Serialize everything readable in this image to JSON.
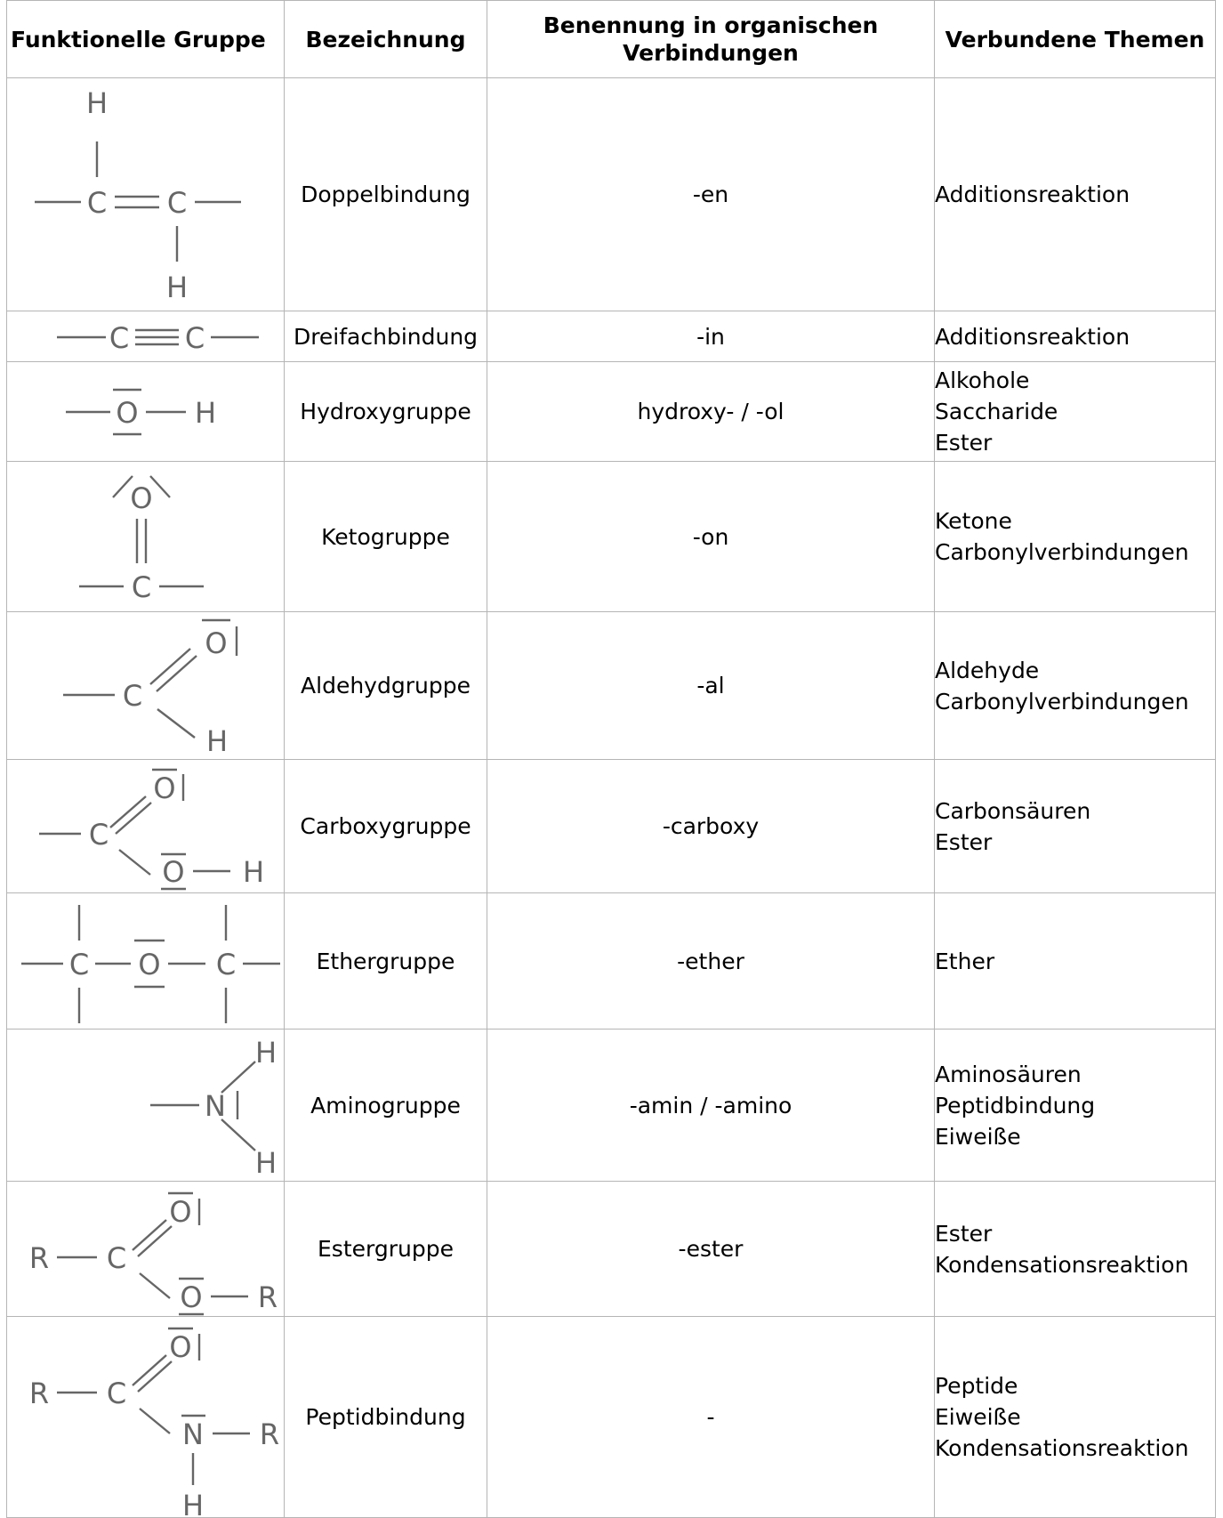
{
  "headers": {
    "group": "Funktionelle Gruppe",
    "designation": "Bezeichnung",
    "naming_line1": "Benennung in organischen",
    "naming_line2": "Verbindungen",
    "topics": "Verbundene Themen"
  },
  "rows": [
    {
      "designation": "Doppelbindung",
      "naming": "-en",
      "topics": [
        "Additionsreaktion"
      ]
    },
    {
      "designation": "Dreifachbindung",
      "naming": "-in",
      "topics": [
        "Additionsreaktion"
      ]
    },
    {
      "designation": "Hydroxygruppe",
      "naming": "hydroxy- / -ol",
      "topics": [
        "Alkohole",
        "Saccharide",
        "Ester"
      ]
    },
    {
      "designation": "Ketogruppe",
      "naming": "-on",
      "topics": [
        "Ketone",
        "Carbonylverbindungen"
      ]
    },
    {
      "designation": "Aldehydgruppe",
      "naming": "-al",
      "topics": [
        "Aldehyde",
        "Carbonylverbindungen"
      ]
    },
    {
      "designation": "Carboxygruppe",
      "naming": "-carboxy",
      "topics": [
        "Carbonsäuren",
        "Ester"
      ]
    },
    {
      "designation": "Ethergruppe",
      "naming": "-ether",
      "topics": [
        "Ether"
      ]
    },
    {
      "designation": "Aminogruppe",
      "naming": "-amin / -amino",
      "topics": [
        "Aminosäuren",
        "Peptidbindung",
        "Eiweiße"
      ]
    },
    {
      "designation": "Estergruppe",
      "naming": "-ester",
      "topics": [
        "Ester",
        "Kondensationsreaktion"
      ]
    },
    {
      "designation": "Peptidbindung",
      "naming": "-",
      "topics": [
        "Peptide",
        "Eiweiße",
        "Kondensationsreaktion"
      ]
    }
  ],
  "atoms": {
    "C": "C",
    "H": "H",
    "O": "O",
    "N": "N",
    "R": "R"
  }
}
